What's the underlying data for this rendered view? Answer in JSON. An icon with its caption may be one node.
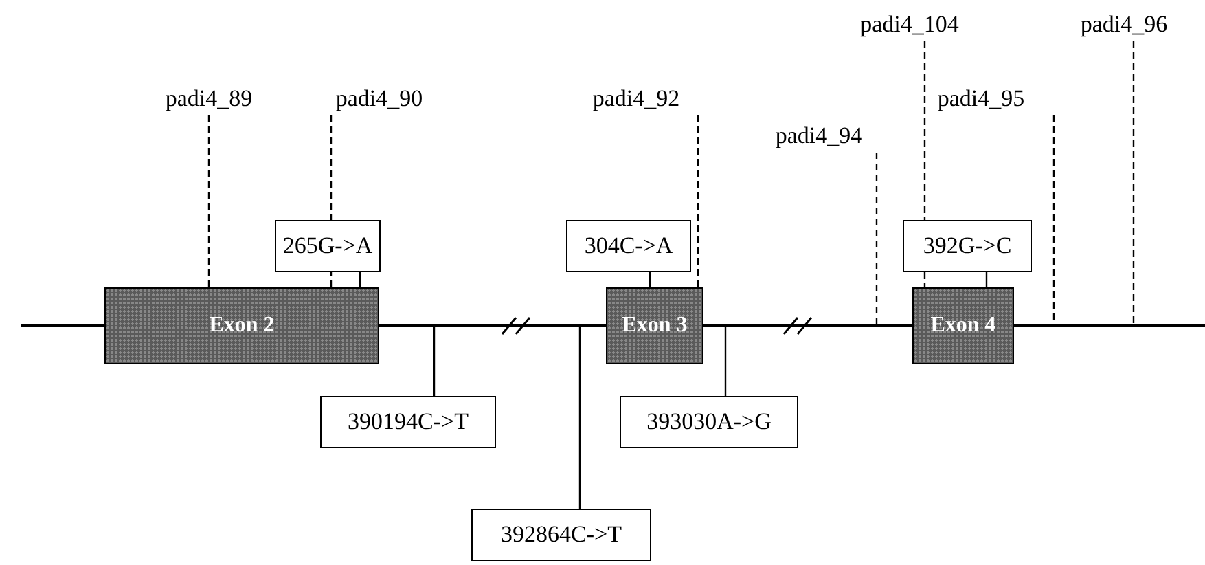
{
  "diagram": {
    "nodes": [
      {
        "text": [
          "padi4_104"
        ]
      },
      {
        "text": [
          "padi4_96"
        ]
      },
      {
        "text": [
          "padi4_89"
        ]
      },
      {
        "text": [
          "padi4_90"
        ]
      },
      {
        "text": [
          "padi4_92"
        ]
      },
      {
        "text": [
          "padi4_94"
        ]
      },
      {
        "text": [
          "padi4_95"
        ]
      },
      {
        "text": [
          "265G->A"
        ]
      },
      {
        "text": [
          "304C->A"
        ]
      },
      {
        "text": [
          "392G->C"
        ]
      },
      {
        "text": [],
        "shape": "line"
      },
      {
        "text": [
          "Exon 2"
        ]
      },
      {
        "text": [
          "Exon 3"
        ]
      },
      {
        "text": [
          "Exon 4"
        ]
      },
      {
        "text": [
          "390194C->T"
        ]
      },
      {
        "text": [
          "393030A->G"
        ]
      },
      {
        "text": [
          "392864C->T"
        ]
      }
    ],
    "edges": [
      {
        "from": 2,
        "to": 11,
        "arrow": "none",
        "style": "dashed"
      },
      {
        "from": 3,
        "to": 11,
        "arrow": "none",
        "style": "dashed"
      },
      {
        "from": 4,
        "to": 12,
        "arrow": "none",
        "style": "dashed"
      },
      {
        "from": 5,
        "to": 10,
        "arrow": "none",
        "style": "dashed"
      },
      {
        "from": 0,
        "to": 13,
        "arrow": "none",
        "style": "dashed"
      },
      {
        "from": 6,
        "to": 10,
        "arrow": "none",
        "style": "dashed"
      },
      {
        "from": 1,
        "to": 10,
        "arrow": "none",
        "style": "dashed"
      },
      {
        "from": 7,
        "to": 11,
        "arrow": "none"
      },
      {
        "from": 8,
        "to": 12,
        "arrow": "none"
      },
      {
        "from": 9,
        "to": 13,
        "arrow": "none"
      },
      {
        "from": 14,
        "to": 10,
        "arrow": "none"
      },
      {
        "from": 15,
        "to": 10,
        "arrow": "none"
      },
      {
        "from": 16,
        "to": 10,
        "arrow": "none"
      }
    ]
  }
}
